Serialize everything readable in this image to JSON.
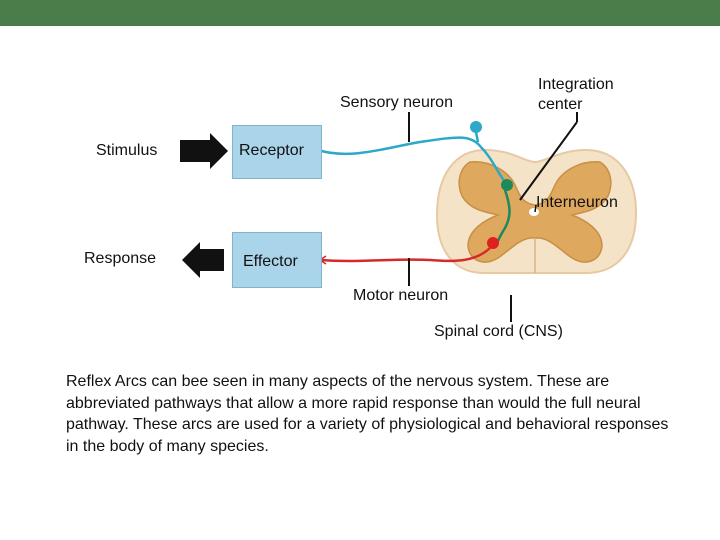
{
  "theme": {
    "top_bar_color": "#4a7d4a",
    "box_color": "#a9d4ea",
    "cord_outer": "#f5e3c8",
    "cord_gray_matter": "#dfa85f",
    "sensory_color": "#2ea8c8",
    "interneuron_color": "#1d8a5c",
    "motor_color": "#d42a2a"
  },
  "labels": {
    "stimulus": "Stimulus",
    "response": "Response",
    "receptor": "Receptor",
    "effector": "Effector",
    "sensory_neuron": "Sensory neuron",
    "integration_center": "Integration center",
    "interneuron": "Interneuron",
    "motor_neuron": "Motor neuron",
    "spinal_cord": "Spinal cord (CNS)"
  },
  "caption": "Reflex Arcs can bee seen in many aspects of the nervous system.  These are abbreviated pathways that allow a more rapid response than would the full neural pathway.  These arcs are used for a variety of physiological and behavioral responses in the body of many species.",
  "icons": {
    "stimulus_arrow": "arrow-right-icon",
    "response_arrow": "arrow-left-icon"
  }
}
